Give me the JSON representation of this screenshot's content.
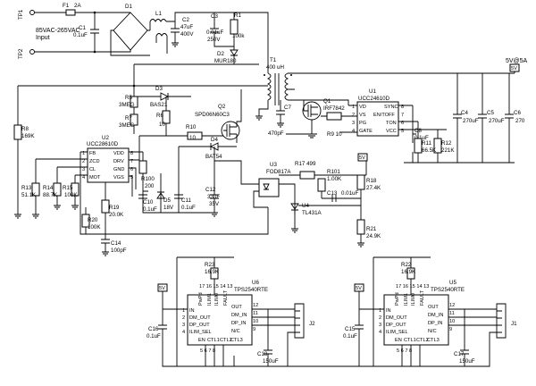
{
  "input": {
    "line1": "85VAC-265VAC",
    "line2": "Input",
    "tp1": "TP1",
    "tp2": "TP2"
  },
  "fuse": {
    "ref": "F1",
    "value": "2A"
  },
  "labels": {
    "C1": [
      "C1",
      "0.1uF"
    ],
    "D1": [
      "D1"
    ],
    "L1": [
      "L1"
    ],
    "C2": [
      "C2",
      "47uF",
      "400V"
    ],
    "C3": [
      "C3",
      "0.01uF",
      "250V"
    ],
    "R1": [
      "R1",
      "100k"
    ],
    "D2": [
      "D2",
      "MUR180"
    ],
    "T1": [
      "T1",
      "400 uH"
    ],
    "C7": [
      "C7",
      "470pF"
    ],
    "Q1": [
      "Q1",
      "IRF7842"
    ],
    "R9": [
      "R9  10"
    ],
    "D3": [
      "D3",
      "BAS21"
    ],
    "R5": [
      "R5",
      "3MEG"
    ],
    "R7": [
      "R7",
      "3MEG"
    ],
    "R6": [
      "R6",
      "10"
    ],
    "Q2": [
      "Q2",
      "SPD06N60C3"
    ],
    "R10": [
      "R10",
      "10"
    ],
    "D4": [
      "D4",
      "BAT54"
    ],
    "R8": [
      "R8",
      "169K"
    ],
    "R100": [
      "R100",
      "200"
    ],
    "C10": [
      "C10",
      "0.1uF"
    ],
    "D5": [
      "D5",
      "18V"
    ],
    "C11": [
      "C11",
      "0.1uF"
    ],
    "C12": [
      "C12",
      "33uF",
      "35V"
    ],
    "R13": [
      "R13",
      "51.1K"
    ],
    "R14": [
      "R14",
      "88.7K"
    ],
    "R15": [
      "R15",
      "100K"
    ],
    "R19": [
      "R19",
      "20.0K"
    ],
    "R20": [
      "R20",
      "100K"
    ],
    "C14": [
      "C14",
      "100pF"
    ],
    "U3": [
      "U3",
      "FOD817A"
    ],
    "R17": [
      "R17  499"
    ],
    "R101": [
      "R101",
      "1.00K"
    ],
    "C13": [
      "C13",
      "0.01uF"
    ],
    "U4": [
      "U4",
      "TL431A"
    ],
    "R18": [
      "R18",
      "27.4K"
    ],
    "R21": [
      "R21",
      "24.9K"
    ],
    "C8": [
      "C8",
      "0.1uF"
    ],
    "R11": [
      "R11",
      "66.5K"
    ],
    "R12": [
      "R12",
      "221K"
    ],
    "C4": [
      "C4",
      "270uF"
    ],
    "C5": [
      "C5",
      "270uF"
    ],
    "C6": [
      "C6",
      "270"
    ],
    "R23": [
      "R23",
      "16.9K"
    ],
    "R22": [
      "R22",
      "16.9K"
    ],
    "C16": [
      "C16",
      "0.1uF"
    ],
    "C15": [
      "C15",
      "0.1uF"
    ],
    "C18": [
      "C18",
      "150uF"
    ],
    "C17": [
      "C17",
      "150uF"
    ],
    "J2": [
      "J2"
    ],
    "J1": [
      "J1"
    ]
  },
  "output": {
    "label": "5V@5A",
    "tag": "5V"
  },
  "rail_tags": [
    "5V",
    "5V",
    "5V",
    "5V"
  ],
  "u2": {
    "ref": "U2",
    "part": "UCC28610D",
    "left_pins": [
      "FB",
      "ZCD",
      "CL",
      "MOT"
    ],
    "left_nums": [
      "1",
      "2",
      "3",
      "4"
    ],
    "right_pins": [
      "VDD",
      "DRV",
      "GND",
      "VGS"
    ],
    "right_nums": [
      "8",
      "7",
      "6",
      "5"
    ]
  },
  "u1": {
    "ref": "U1",
    "part": "UCC24610D",
    "left_pins": [
      "VD",
      "VS",
      "PG",
      "GATE"
    ],
    "left_nums": [
      "1",
      "2",
      "3",
      "4"
    ],
    "right_pins": [
      "SYNC",
      "EN/TOFF",
      "TON",
      "VCC"
    ],
    "right_nums": [
      "8",
      "7",
      "6",
      "5"
    ]
  },
  "u6": {
    "ref": "U6",
    "part": "TPS2540RTE",
    "top_nums": "17 16 15 14 13",
    "top_pins": [
      "PwPd",
      "ILIM1",
      "ILIM0",
      "FAULT"
    ],
    "left_nums": [
      "1",
      "2",
      "3",
      "4"
    ],
    "left_pins": [
      "IN",
      "DM_OUT",
      "DP_OUT",
      "ILIM_SEL"
    ],
    "right_nums": [
      "12",
      "11",
      "10",
      "9"
    ],
    "right_pins": [
      "OUT",
      "DM_IN",
      "DP_IN",
      "N/C"
    ],
    "bot_pins": [
      "EN",
      "CTL1",
      "CTL2",
      "CTL3"
    ],
    "bot_nums": "5  6  7  8"
  },
  "u5": {
    "ref": "U5",
    "part": "TPS2540RTE",
    "top_nums": "17 16 15 14 13",
    "top_pins": [
      "PwPd",
      "ILIM1",
      "ILIM0",
      "FAULT"
    ],
    "left_nums": [
      "1",
      "2",
      "3",
      "4"
    ],
    "left_pins": [
      "IN",
      "DM_OUT",
      "DP_OUT",
      "ILIM_SEL"
    ],
    "right_nums": [
      "12",
      "11",
      "10",
      "9"
    ],
    "right_pins": [
      "OUT",
      "DM_IN",
      "DP_IN",
      "N/C"
    ],
    "bot_pins": [
      "EN",
      "CTL1",
      "CTL2",
      "CTL3"
    ],
    "bot_nums": "5  6  7  8"
  }
}
